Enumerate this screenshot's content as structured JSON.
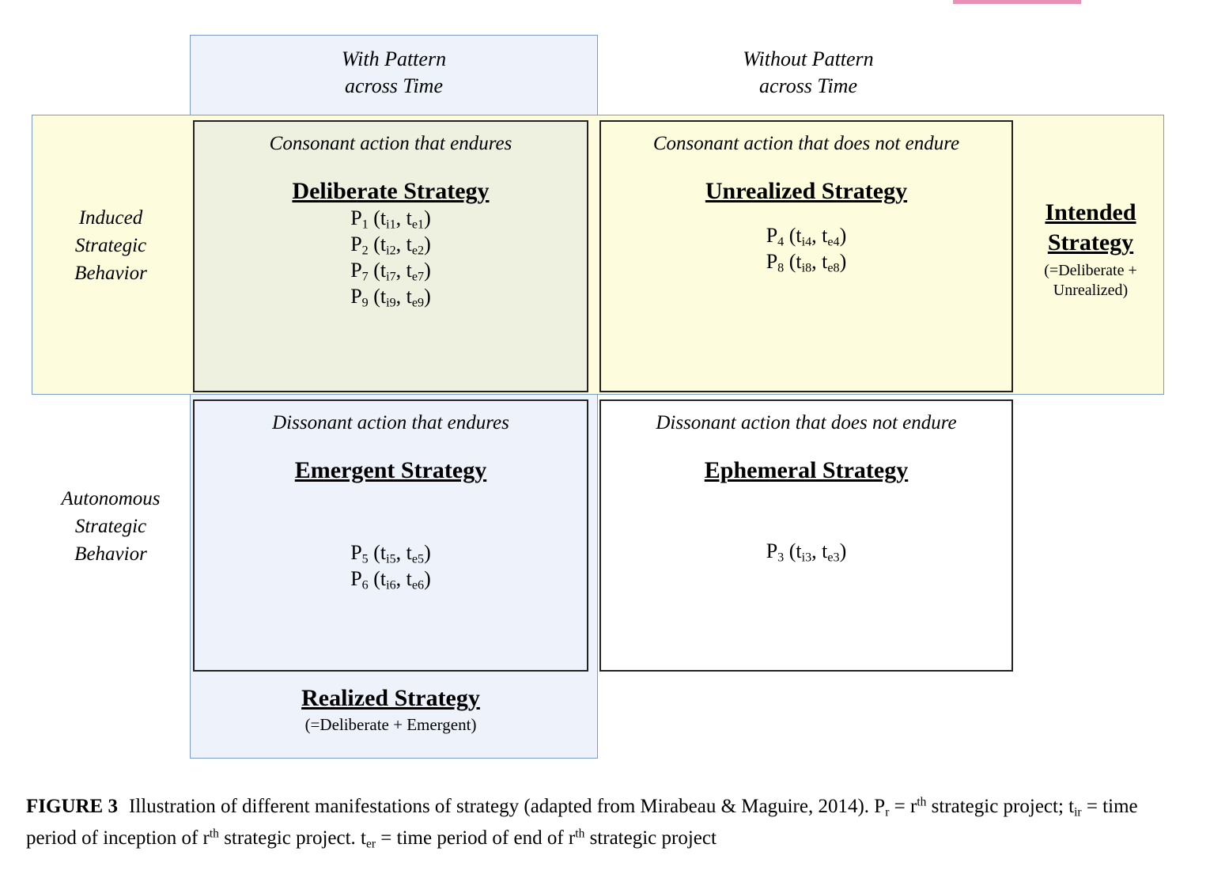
{
  "figure": {
    "label": "FIGURE 3",
    "caption_part1": "Illustration of different manifestations of strategy (adapted from Mirabeau & Maguire, 2014). P",
    "caption_sub1": "r",
    "caption_part2": " = r",
    "caption_sup1": "th",
    "caption_part3": " strategic project; t",
    "caption_sub2": "ir",
    "caption_part4": " = time period of inception of r",
    "caption_sup2": "th",
    "caption_part5": " strategic project. t",
    "caption_sub3": "er",
    "caption_part6": " = time period of end of r",
    "caption_sup3": "th",
    "caption_part7": " strategic project"
  },
  "columns": {
    "with_pattern": "With Pattern\nacross Time",
    "without_pattern": "Without Pattern\nacross Time"
  },
  "rows": {
    "induced": "Induced\nStrategic\nBehavior",
    "autonomous": "Autonomous\nStrategic\nBehavior"
  },
  "cells": {
    "deliberate": {
      "caption": "Consonant action that endures",
      "title": "Deliberate Strategy",
      "projects": [
        {
          "p": "P",
          "p_sub": "1",
          "ti_sub": "i1",
          "te_sub": "e1"
        },
        {
          "p": "P",
          "p_sub": "2",
          "ti_sub": "i2",
          "te_sub": "e2"
        },
        {
          "p": "P",
          "p_sub": "7",
          "ti_sub": "i7",
          "te_sub": "e7"
        },
        {
          "p": "P",
          "p_sub": "9",
          "ti_sub": "i9",
          "te_sub": "e9"
        }
      ]
    },
    "unrealized": {
      "caption": "Consonant action that does not endure",
      "title": "Unrealized Strategy",
      "projects": [
        {
          "p": "P",
          "p_sub": "4",
          "ti_sub": "i4",
          "te_sub": "e4"
        },
        {
          "p": "P",
          "p_sub": "8",
          "ti_sub": "i8",
          "te_sub": "e8"
        }
      ]
    },
    "emergent": {
      "caption": "Dissonant action that endures",
      "title": "Emergent Strategy",
      "projects": [
        {
          "p": "P",
          "p_sub": "5",
          "ti_sub": "i5",
          "te_sub": "e5"
        },
        {
          "p": "P",
          "p_sub": "6",
          "ti_sub": "i6",
          "te_sub": "e6"
        }
      ]
    },
    "ephemeral": {
      "caption": "Dissonant action that does not endure",
      "title": "Ephemeral Strategy",
      "projects": [
        {
          "p": "P",
          "p_sub": "3",
          "ti_sub": "i3",
          "te_sub": "e3"
        }
      ]
    }
  },
  "summaries": {
    "intended": {
      "title_line1": "Intended",
      "title_line2": "Strategy",
      "subtitle": "(=Deliberate +\nUnrealized)"
    },
    "realized": {
      "title": "Realized Strategy",
      "subtitle": "(=Deliberate + Emergent)"
    }
  },
  "colors": {
    "band_blue_fill": "#eef2fb",
    "band_blue_border": "#7a9cc6",
    "band_yellow_fill": "#fdfdde",
    "overlap_fill": "#eef0e0",
    "cell_border": "#222222",
    "pink_bar": "#e891b8"
  }
}
